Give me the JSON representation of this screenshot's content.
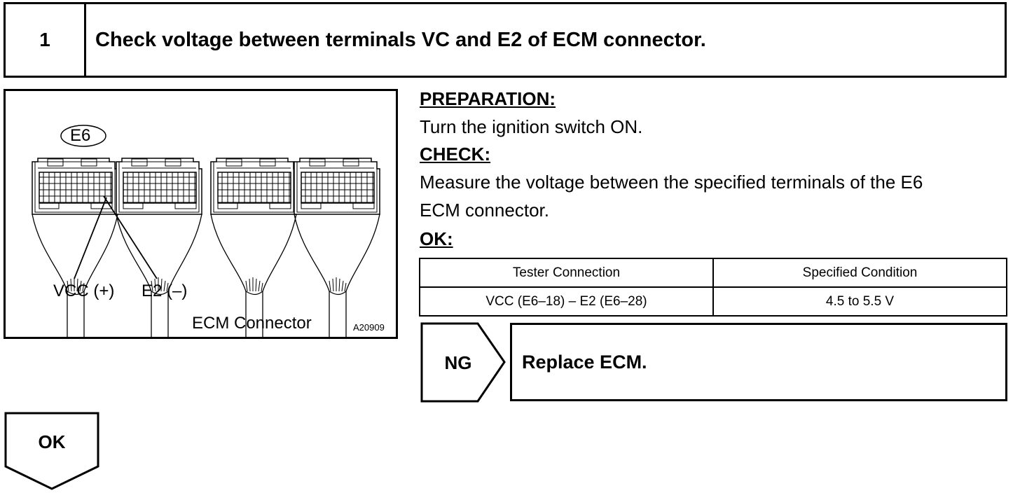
{
  "step": {
    "number": "1",
    "title": "Check voltage between terminals VC and E2 of ECM connector."
  },
  "figure": {
    "connector_id": "E6",
    "label_vcc": "VCC (+)",
    "label_e2": "E2 (–)",
    "caption": "ECM Connector",
    "figure_id": "A20909"
  },
  "instructions": {
    "preparation_heading": "PREPARATION:",
    "preparation_text": "Turn the ignition switch ON.",
    "check_heading": "CHECK:",
    "check_line1": "Measure the voltage between the specified terminals of the E6",
    "check_line2": "ECM connector.",
    "ok_heading": "OK:"
  },
  "spec_table": {
    "headers": [
      "Tester Connection",
      "Specified Condition"
    ],
    "rows": [
      [
        "VCC (E6–18) – E2 (E6–28)",
        "4.5 to 5.5 V"
      ]
    ]
  },
  "results": {
    "ng_label": "NG",
    "ng_action": "Replace ECM.",
    "ok_label": "OK"
  }
}
